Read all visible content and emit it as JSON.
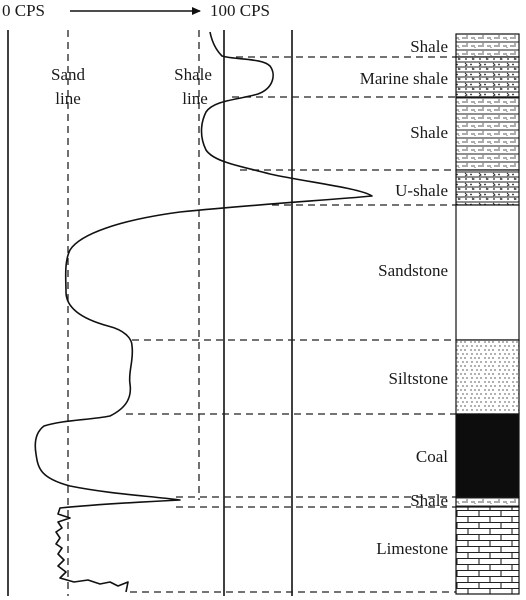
{
  "scale": {
    "left_label": "0 CPS",
    "right_label": "100 CPS"
  },
  "guides": {
    "sand_line": [
      "Sand",
      "line"
    ],
    "shale_line": [
      "Shale",
      "line"
    ]
  },
  "units": [
    {
      "name": "Shale",
      "pattern": "shale-brick"
    },
    {
      "name": "Marine shale",
      "pattern": "marine-shale"
    },
    {
      "name": "Shale",
      "pattern": "shale-brick"
    },
    {
      "name": "U-shale",
      "pattern": "marine-shale"
    },
    {
      "name": "Sandstone",
      "pattern": "blank"
    },
    {
      "name": "Siltstone",
      "pattern": "dotted-dash"
    },
    {
      "name": "Coal",
      "pattern": "solid-black"
    },
    {
      "name": "Shale",
      "pattern": "shale-brick"
    },
    {
      "name": "Limestone",
      "pattern": "limestone-brick"
    }
  ],
  "colors": {
    "ink": "#111111",
    "coal": "#0d0d0d",
    "background": "#ffffff"
  }
}
